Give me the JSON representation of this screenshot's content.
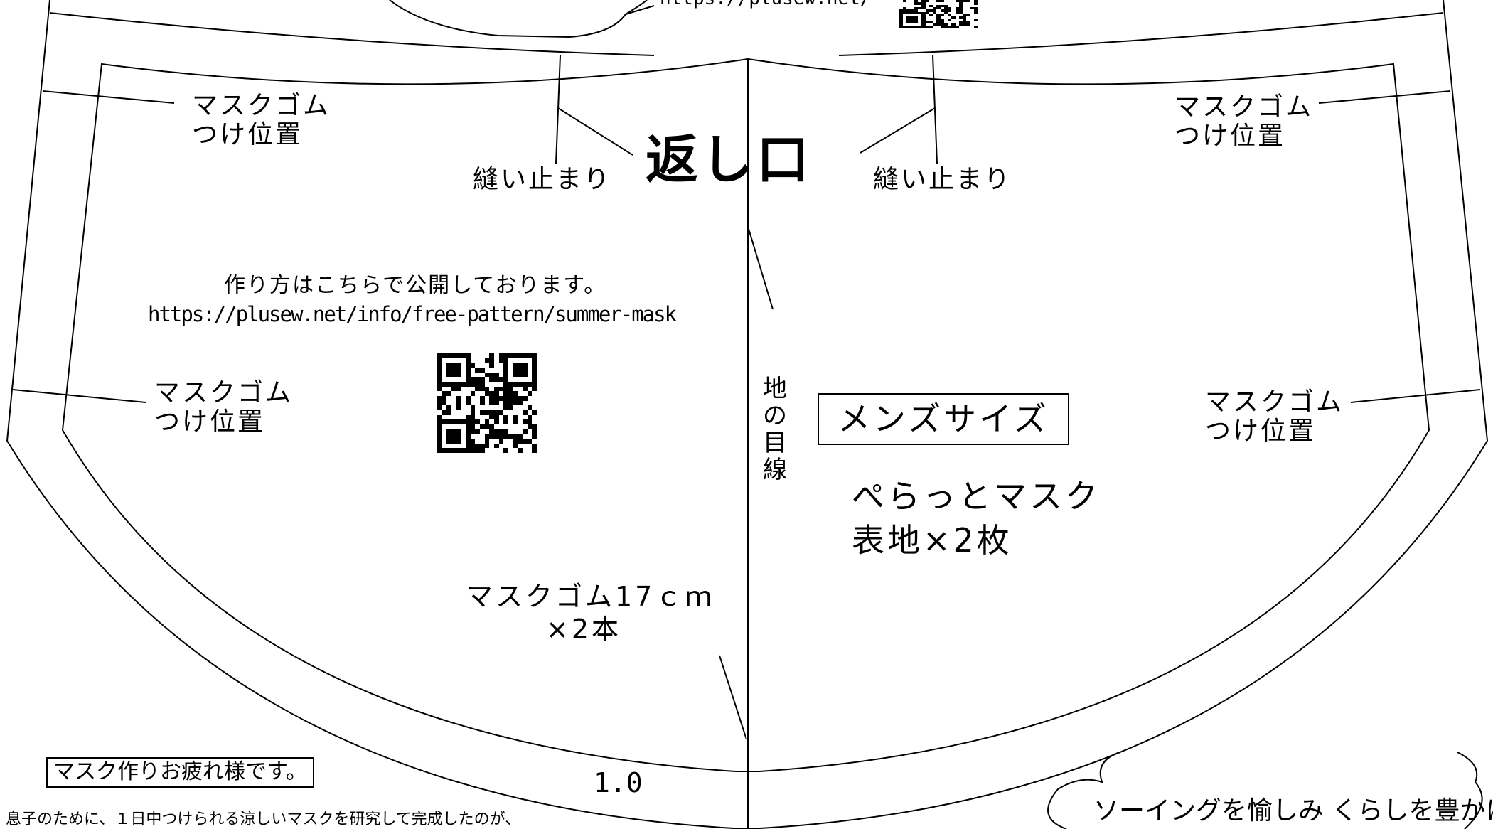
{
  "partial_url": "https://plusew.net/",
  "gather_marks": {
    "left_label": "マスクゴム\nつけ位置",
    "upper_right_label": "マスクゴム\nつけ位置",
    "lower_left_label": "マスクゴム\nつけ位置",
    "lower_right_label": "マスクゴム\nつけ位置"
  },
  "stop_labels": {
    "left": "縫い止まり",
    "right": "縫い止まり"
  },
  "opening_label": "返し口",
  "instructions": {
    "line1": "作り方はこちらで公開しております。",
    "url": "https://plusew.net/info/free-pattern/summer-mask"
  },
  "grain_label": "地の目線",
  "size_label": "メンズサイズ",
  "product": {
    "line1": "ぺらっとマスク",
    "line2": "表地×2枚"
  },
  "elastic": {
    "line1": "マスクゴム17ｃｍ",
    "line2": "×2本"
  },
  "scale_label": "1.0",
  "thanks_label": "マスク作りお疲れ様です。",
  "footnote": "息子のために、１日中つけられる涼しいマスクを研究して完成したのが、",
  "cloud_slogan": "ソーイングを愉しみ くらしを豊かに。"
}
